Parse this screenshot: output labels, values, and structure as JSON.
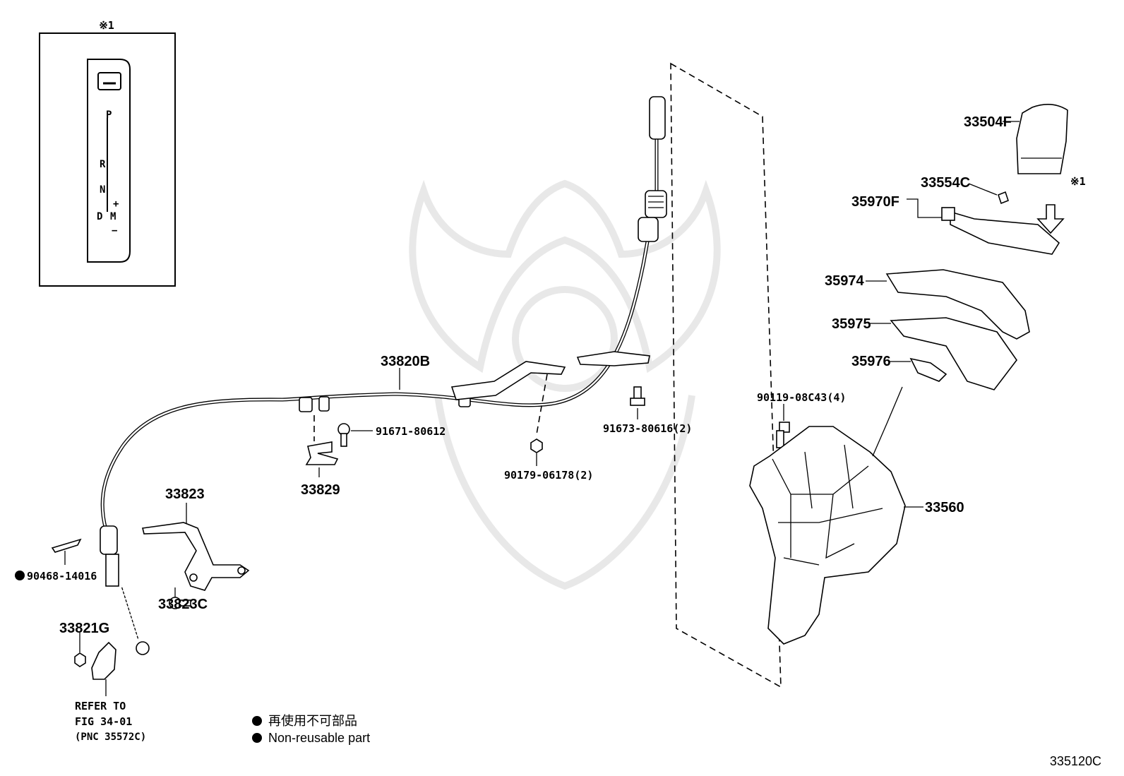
{
  "inset": {
    "marker": "※1",
    "gear_letters": [
      "P",
      "R",
      "N",
      "D",
      "M"
    ],
    "plus": "+",
    "minus": "−"
  },
  "parts": {
    "p33504F": "33504F",
    "p33554C": "33554C",
    "p35970F": "35970F",
    "marker_right": "※1",
    "p35974": "35974",
    "p35975": "35975",
    "p35976": "35976",
    "p90119": "90119-08C43(4)",
    "p33560": "33560",
    "p33820B": "33820B",
    "p91671": "91671-80612",
    "p91673": "91673-80616(2)",
    "p90179": "90179-06178(2)",
    "p33829": "33829",
    "p33823": "33823",
    "p33823C": "33823C",
    "p90468": "90468-14016",
    "p33821G": "33821G"
  },
  "refer": {
    "line1": "REFER TO",
    "line2": "FIG 34-01",
    "line3": "(PNC 35572C)"
  },
  "legend": {
    "jp": "再使用不可部品",
    "en": "Non-reusable part"
  },
  "figure_code": "335120C"
}
